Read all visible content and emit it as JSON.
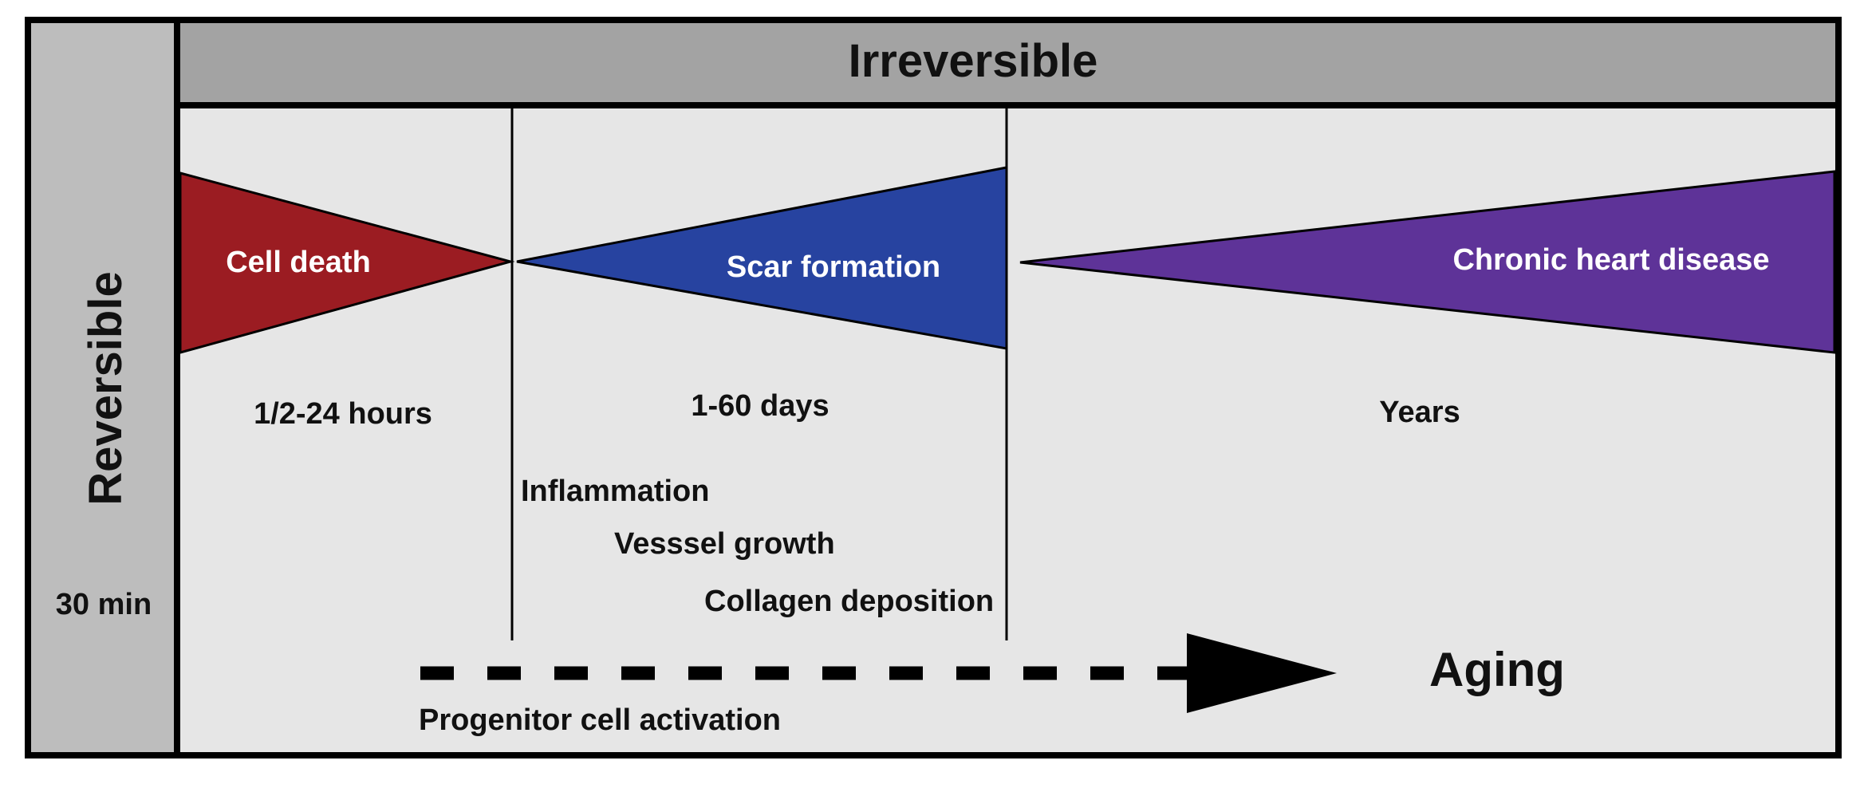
{
  "header": {
    "title": "Irreversible"
  },
  "sidebar": {
    "title": "Reversible",
    "time": "30 min"
  },
  "phases": [
    {
      "label": "Cell death",
      "time": "1/2-24 hours",
      "color": "#9b1c22"
    },
    {
      "label": "Scar formation",
      "time": "1-60 days",
      "color": "#2743a0"
    },
    {
      "label": "Chronic heart disease",
      "time": "Years",
      "color": "#5e3398"
    }
  ],
  "processes": [
    "Inflammation",
    "Vesssel growth",
    "Collagen deposition"
  ],
  "progenitor": {
    "label": "Progenitor cell activation"
  },
  "aging": {
    "label": "Aging"
  },
  "colors": {
    "panel": "#e6e6e6",
    "header": "#a3a3a3",
    "sidebar": "#bdbdbd",
    "border": "#000000"
  }
}
